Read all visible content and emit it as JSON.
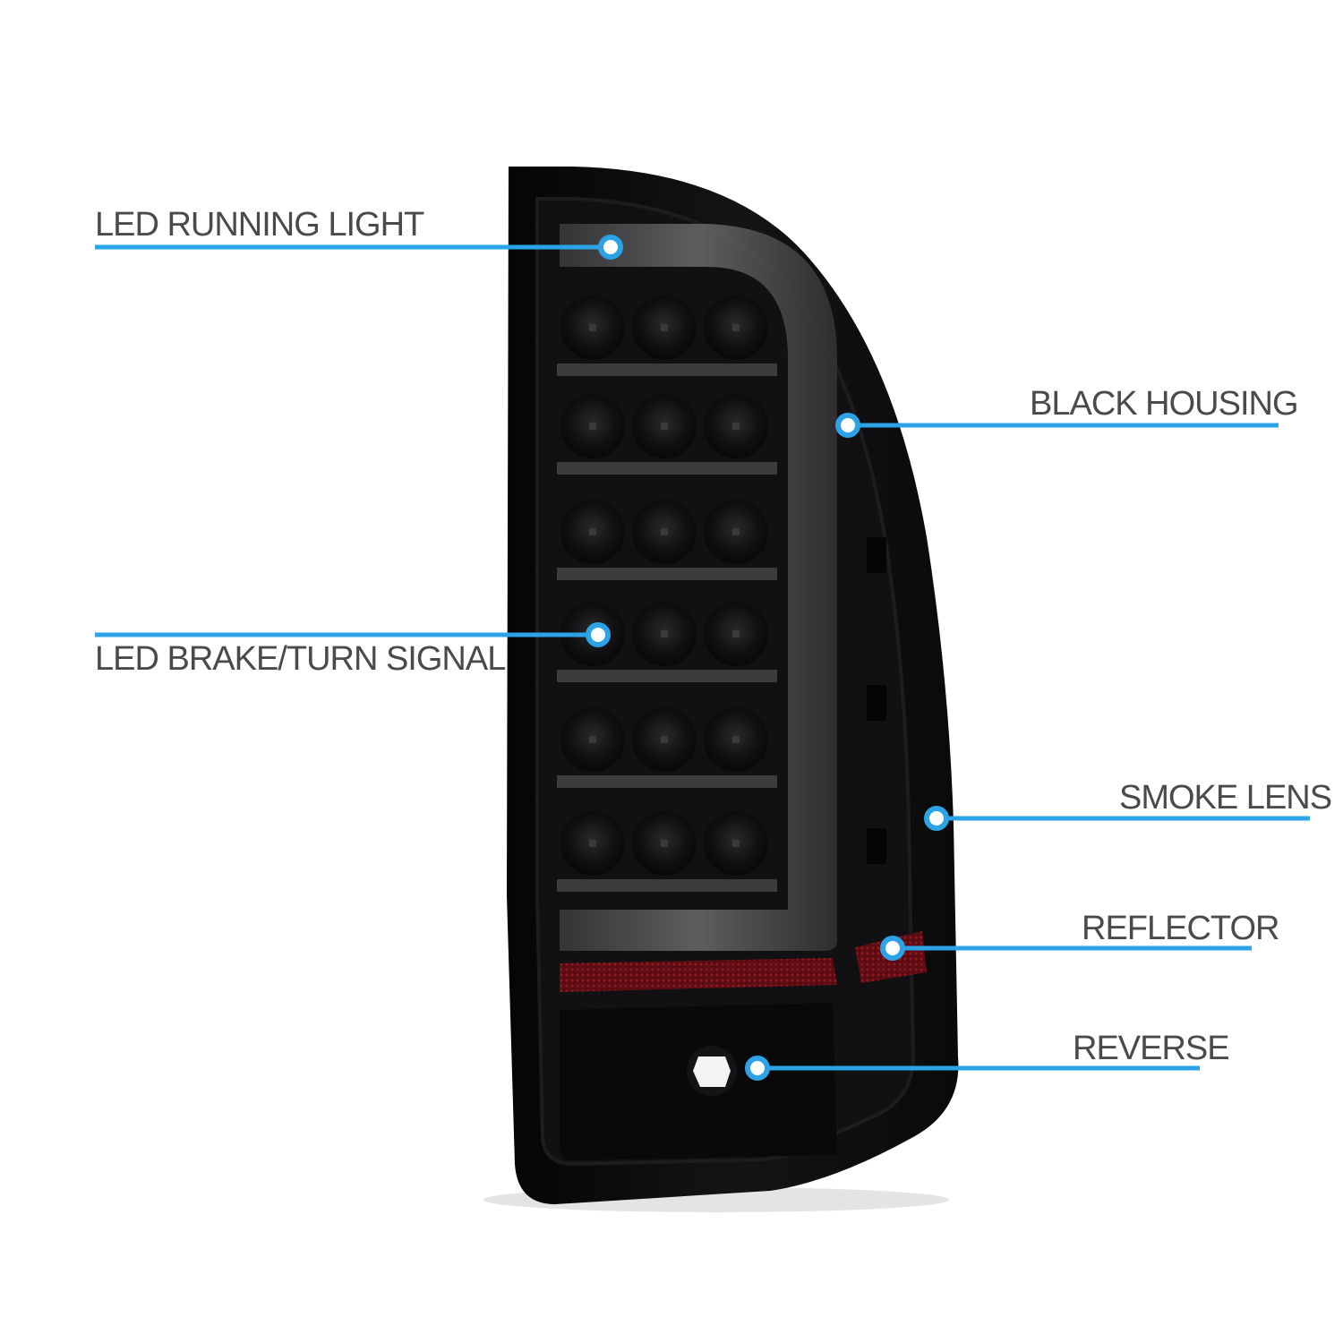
{
  "colors": {
    "background": "#ffffff",
    "callout_line": "#2ba3e6",
    "label_text": "#4a4a4a",
    "housing": "#0b0b0c",
    "reflector": "#6a0f14"
  },
  "callouts": {
    "running_light": {
      "label": "LED RUNNING LIGHT"
    },
    "black_housing": {
      "label": "BLACK HOUSING"
    },
    "brake_turn": {
      "label": "LED BRAKE/TURN SIGNAL"
    },
    "smoke_lens": {
      "label": "SMOKE LENS"
    },
    "reflector": {
      "label": "REFLECTOR"
    },
    "reverse": {
      "label": "REVERSE"
    }
  }
}
